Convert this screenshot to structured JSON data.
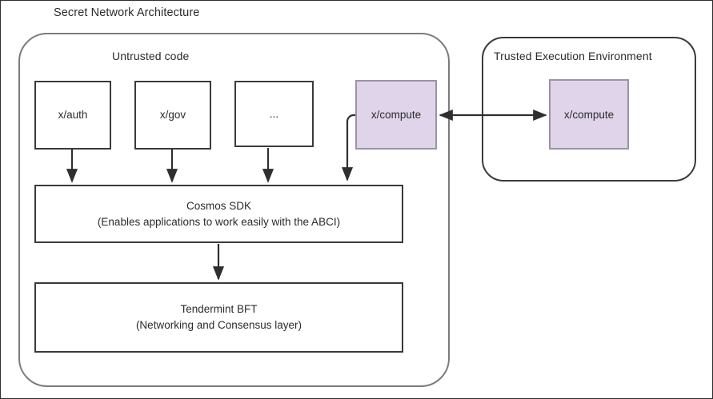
{
  "diagram": {
    "title": "Secret Network Architecture",
    "type": "architecture-block-diagram"
  },
  "containers": [
    {
      "id": "untrusted-container",
      "label": "Untrusted code",
      "shape": "rounded-rectangle",
      "fill": "#ffffff",
      "stroke": "#7c7c7c"
    },
    {
      "id": "tee-container",
      "label": "Trusted Execution Environment",
      "shape": "rounded-rectangle",
      "fill": "#ffffff",
      "stroke": "#3a3a3a"
    }
  ],
  "nodes": {
    "auth": {
      "label": "x/auth",
      "fill": "#ffffff",
      "stroke": "#3a3a3a"
    },
    "gov": {
      "label": "x/gov",
      "fill": "#ffffff",
      "stroke": "#3a3a3a"
    },
    "ellipsis": {
      "label": "...",
      "fill": "#ffffff",
      "stroke": "#3a3a3a"
    },
    "compute_untrusted": {
      "label": "x/compute",
      "fill": "#e0d4ea",
      "stroke": "#9a93a7"
    },
    "compute_tee": {
      "label": "x/compute",
      "fill": "#e0d4ea",
      "stroke": "#9a93a7"
    },
    "cosmos_sdk": {
      "title": "Cosmos SDK",
      "subtitle": "(Enables applications to work easily with the ABCI)",
      "fill": "#ffffff",
      "stroke": "#3a3a3a"
    },
    "tendermint": {
      "title": "Tendermint BFT",
      "subtitle": "(Networking and Consensus layer)",
      "fill": "#ffffff",
      "stroke": "#3a3a3a"
    }
  },
  "edges": [
    {
      "from": "auth",
      "to": "cosmos_sdk",
      "direction": "down",
      "arrowheads": "end"
    },
    {
      "from": "gov",
      "to": "cosmos_sdk",
      "direction": "down",
      "arrowheads": "end"
    },
    {
      "from": "ellipsis",
      "to": "cosmos_sdk",
      "direction": "down",
      "arrowheads": "end"
    },
    {
      "from": "compute_untrusted",
      "to": "cosmos_sdk",
      "direction": "down-left",
      "arrowheads": "end"
    },
    {
      "from": "cosmos_sdk",
      "to": "tendermint",
      "direction": "down",
      "arrowheads": "end"
    },
    {
      "from": "compute_untrusted",
      "to": "compute_tee",
      "direction": "horizontal",
      "arrowheads": "both"
    }
  ],
  "colors": {
    "background": "#ffffff",
    "box_stroke": "#3a3a3a",
    "container_stroke": "#7c7c7c",
    "purple_fill": "#e0d4ea",
    "purple_stroke": "#9a93a7",
    "text": "#2b2b2b"
  }
}
